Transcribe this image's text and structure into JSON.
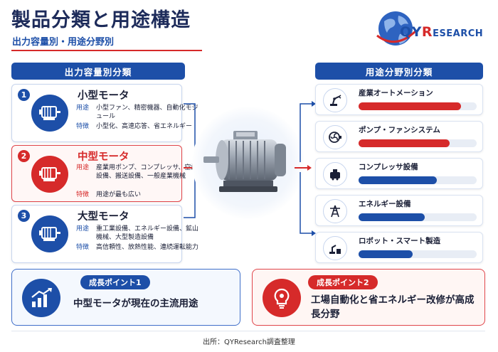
{
  "header": {
    "title": "製品分類と用途構造",
    "subtitle": "出力容量別・用途分野別"
  },
  "logo": {
    "q": "QY",
    "r": "R",
    "rest": "ESEARCH"
  },
  "left_section": {
    "title": "出力容量別分類",
    "cards": [
      {
        "num": "1",
        "name": "小型モータ",
        "use_key": "用途",
        "use": "小型ファン、精密機器、自動化モジュール",
        "feat_key": "特徴",
        "feat": "小型化、高速応答、省エネルギー"
      },
      {
        "num": "2",
        "name": "中型モータ",
        "use_key": "用途",
        "use": "産業用ポンプ、コンプレッサ、空調設備、搬送設備、一般産業機械",
        "feat_key": "特徴",
        "feat": "用途が最も広い"
      },
      {
        "num": "3",
        "name": "大型モータ",
        "use_key": "用途",
        "use": "重工業設備、エネルギー設備、鉱山機械、大型製造設備",
        "feat_key": "特徴",
        "feat": "高信頼性、放熱性能、連続運転能力"
      }
    ]
  },
  "right_section": {
    "title": "用途分野別分類",
    "items": [
      {
        "label": "産業オートメーション",
        "icon": "robot-arm-icon",
        "value": 0.87,
        "color": "#d62a2a"
      },
      {
        "label": "ポンプ・ファンシステム",
        "icon": "fan-pump-icon",
        "value": 0.77,
        "color": "#d62a2a"
      },
      {
        "label": "コンプレッサ設備",
        "icon": "compressor-icon",
        "value": 0.66,
        "color": "#1d4fa8"
      },
      {
        "label": "エネルギー設備",
        "icon": "power-tower-icon",
        "value": 0.56,
        "color": "#1d4fa8"
      },
      {
        "label": "ロボット・スマート製造",
        "icon": "smart-robot-icon",
        "value": 0.46,
        "color": "#1d4fa8"
      }
    ]
  },
  "points": [
    {
      "label": "成長ポイント1",
      "text": "中型モータが現在の主流用途"
    },
    {
      "label": "成長ポイント2",
      "text": "工場自動化と省エネルギー改修が高成長分野"
    }
  ],
  "footer": "出所：QYResearch調査整理",
  "colors": {
    "brand_blue": "#1d4fa8",
    "accent_red": "#d62a2a"
  }
}
